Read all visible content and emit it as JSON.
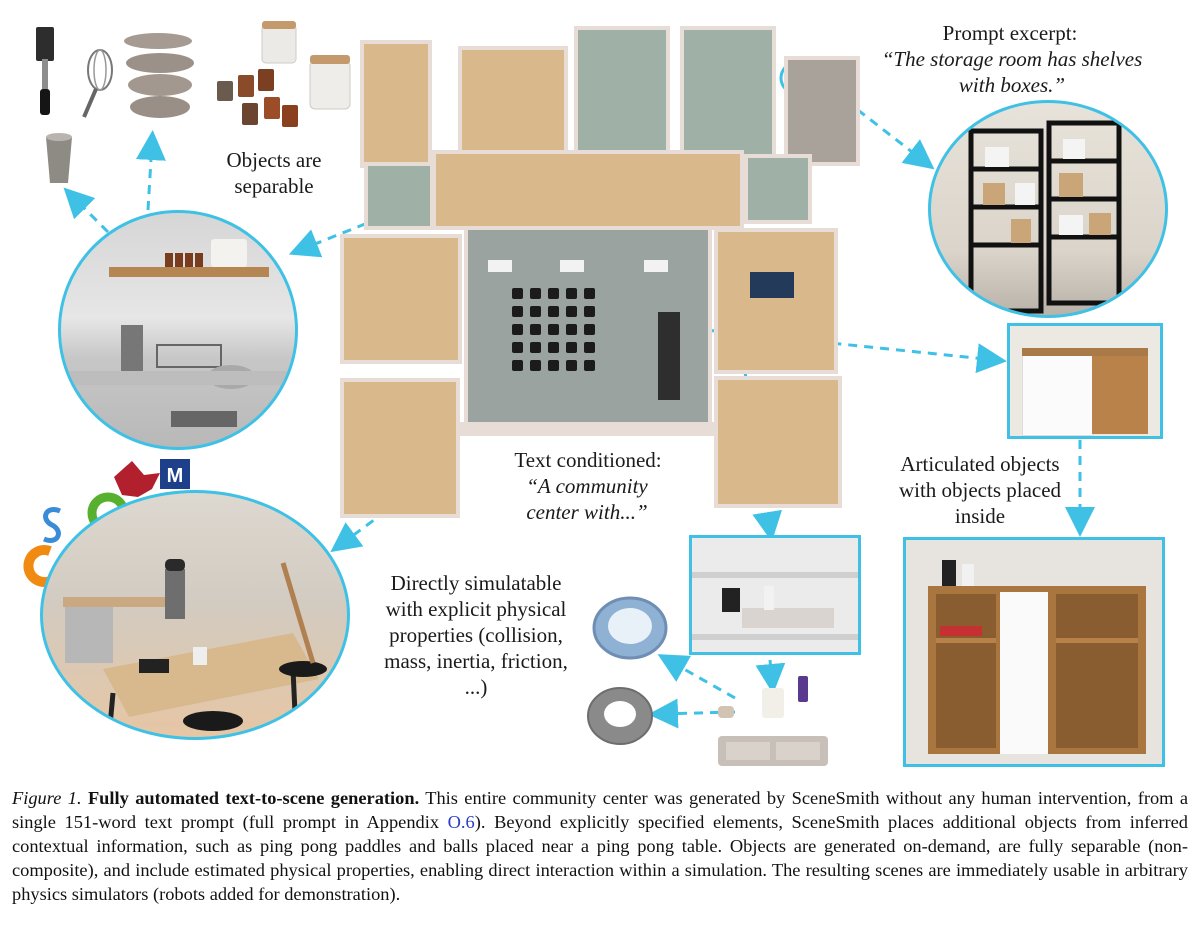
{
  "figure": {
    "objects_label": "Objects are separable",
    "prompt_excerpt_title": "Prompt excerpt:",
    "prompt_excerpt_text": "“The storage room has shelves with boxes.”",
    "text_conditioned_title": "Text conditioned:",
    "text_conditioned_text": "“A community center with...”",
    "articulated_label": "Articulated objects with objects placed inside",
    "simulatable_label": "Directly simulatable with explicit physical properties (collision, mass, inertia, friction, ...)",
    "colors": {
      "accent": "#3fc1e6",
      "floor_wood": "#d9b98c",
      "walls": "#e8ddd6"
    },
    "icons": [
      "spatula-icon",
      "whisk-icon",
      "plates-icon",
      "canister-icon",
      "jars-icon",
      "cup-icon",
      "shelf-icon",
      "robot-icon",
      "dragon-logo-icon",
      "m-logo-icon",
      "ring-logo-icon",
      "s-logo-icon",
      "c-logo-icon",
      "tape-roll-icon",
      "mesh-ring-icon",
      "tray-icon",
      "glue-icon"
    ]
  },
  "caption": {
    "label": "Figure 1.",
    "title": "Fully automated text-to-scene generation.",
    "text_1": " This entire community center was generated by SceneSmith without any human intervention, from a single 151-word text prompt (full prompt in Appendix ",
    "link": "O.6",
    "text_2": "). Beyond explicitly specified elements, SceneSmith places additional objects from inferred contextual information, such as ping pong paddles and balls placed near a ping pong table. Objects are generated on-demand, are fully separable (non-composite), and include estimated physical properties, enabling direct interaction within a simulation. The resulting scenes are immediately usable in arbitrary physics simulators (robots added for demonstration)."
  }
}
